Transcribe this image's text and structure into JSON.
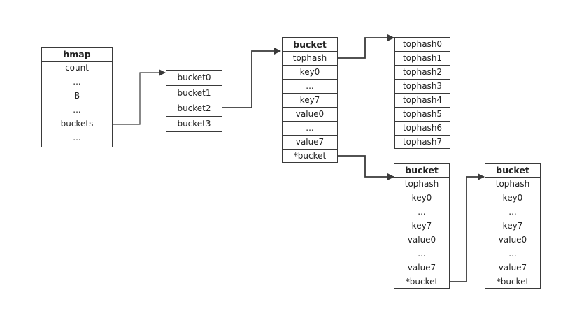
{
  "hmap": {
    "title": "hmap",
    "fields": [
      "count",
      "...",
      "B",
      "...",
      "buckets",
      "..."
    ]
  },
  "buckets_array": {
    "cells": [
      "bucket0",
      "bucket1",
      "bucket2",
      "bucket3"
    ]
  },
  "bucket_main": {
    "title": "bucket",
    "fields": [
      "tophash",
      "key0",
      "...",
      "key7",
      "value0",
      "...",
      "value7",
      "*bucket"
    ]
  },
  "tophash_array": {
    "cells": [
      "tophash0",
      "tophash1",
      "tophash2",
      "tophash3",
      "tophash4",
      "tophash5",
      "tophash6",
      "tophash7"
    ]
  },
  "bucket_overflow_1": {
    "title": "bucket",
    "fields": [
      "tophash",
      "key0",
      "...",
      "key7",
      "value0",
      "...",
      "value7",
      "*bucket"
    ]
  },
  "bucket_overflow_2": {
    "title": "bucket",
    "fields": [
      "tophash",
      "key0",
      "...",
      "key7",
      "value0",
      "...",
      "value7",
      "*bucket"
    ]
  },
  "colors": {
    "line": "#3a3a3a",
    "text": "#222222",
    "background": "#ffffff"
  }
}
